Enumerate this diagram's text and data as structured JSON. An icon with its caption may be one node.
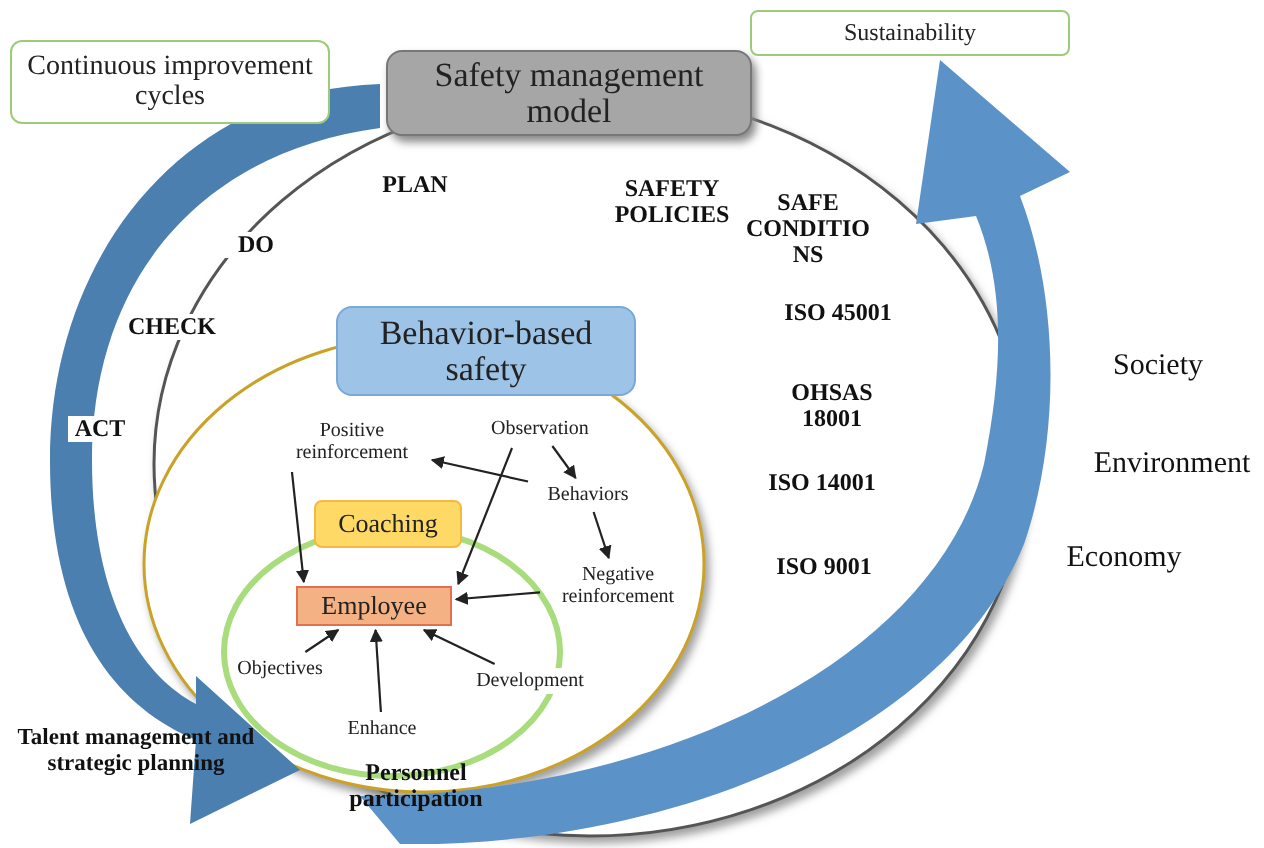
{
  "diagram": {
    "nodes": [
      {
        "text": [
          "Continuous improvement cycles"
        ]
      },
      {
        "text": [
          "Sustainability"
        ]
      },
      {
        "text": [
          "Safety management model"
        ]
      },
      {
        "text": [
          "Behavior-based safety"
        ]
      },
      {
        "text": [
          "Coaching"
        ]
      },
      {
        "text": [
          "Employee"
        ]
      },
      {
        "text": [
          "Positive reinforcement"
        ]
      },
      {
        "text": [
          "Observation"
        ]
      },
      {
        "text": [
          "Behaviors"
        ]
      },
      {
        "text": [
          "Negative reinforcement"
        ]
      },
      {
        "text": [
          "Objectives"
        ]
      },
      {
        "text": [
          "Enhance"
        ]
      },
      {
        "text": [
          "Development"
        ]
      }
    ],
    "edges": [
      {
        "from": 7,
        "to": 8,
        "arrow": "to"
      },
      {
        "from": 8,
        "to": 6,
        "arrow": "to"
      },
      {
        "from": 8,
        "to": 9,
        "arrow": "to"
      },
      {
        "from": 6,
        "to": 5,
        "arrow": "to"
      },
      {
        "from": 7,
        "to": 5,
        "arrow": "to"
      },
      {
        "from": 9,
        "to": 5,
        "arrow": "to"
      },
      {
        "from": 10,
        "to": 5,
        "arrow": "to"
      },
      {
        "from": 11,
        "to": 5,
        "arrow": "to"
      },
      {
        "from": 12,
        "to": 5,
        "arrow": "to"
      }
    ],
    "labels": [
      "PLAN",
      "SAFETY POLICIES",
      "DO",
      "SAFE CONDITIO NS",
      "CHECK",
      "ISO 45001",
      "Society",
      "OHSAS 18001",
      "ACT",
      "Environment",
      "ISO 14001",
      "ISO 9001",
      "Economy",
      "Talent management and strategic planning",
      "Personnel participation"
    ]
  }
}
